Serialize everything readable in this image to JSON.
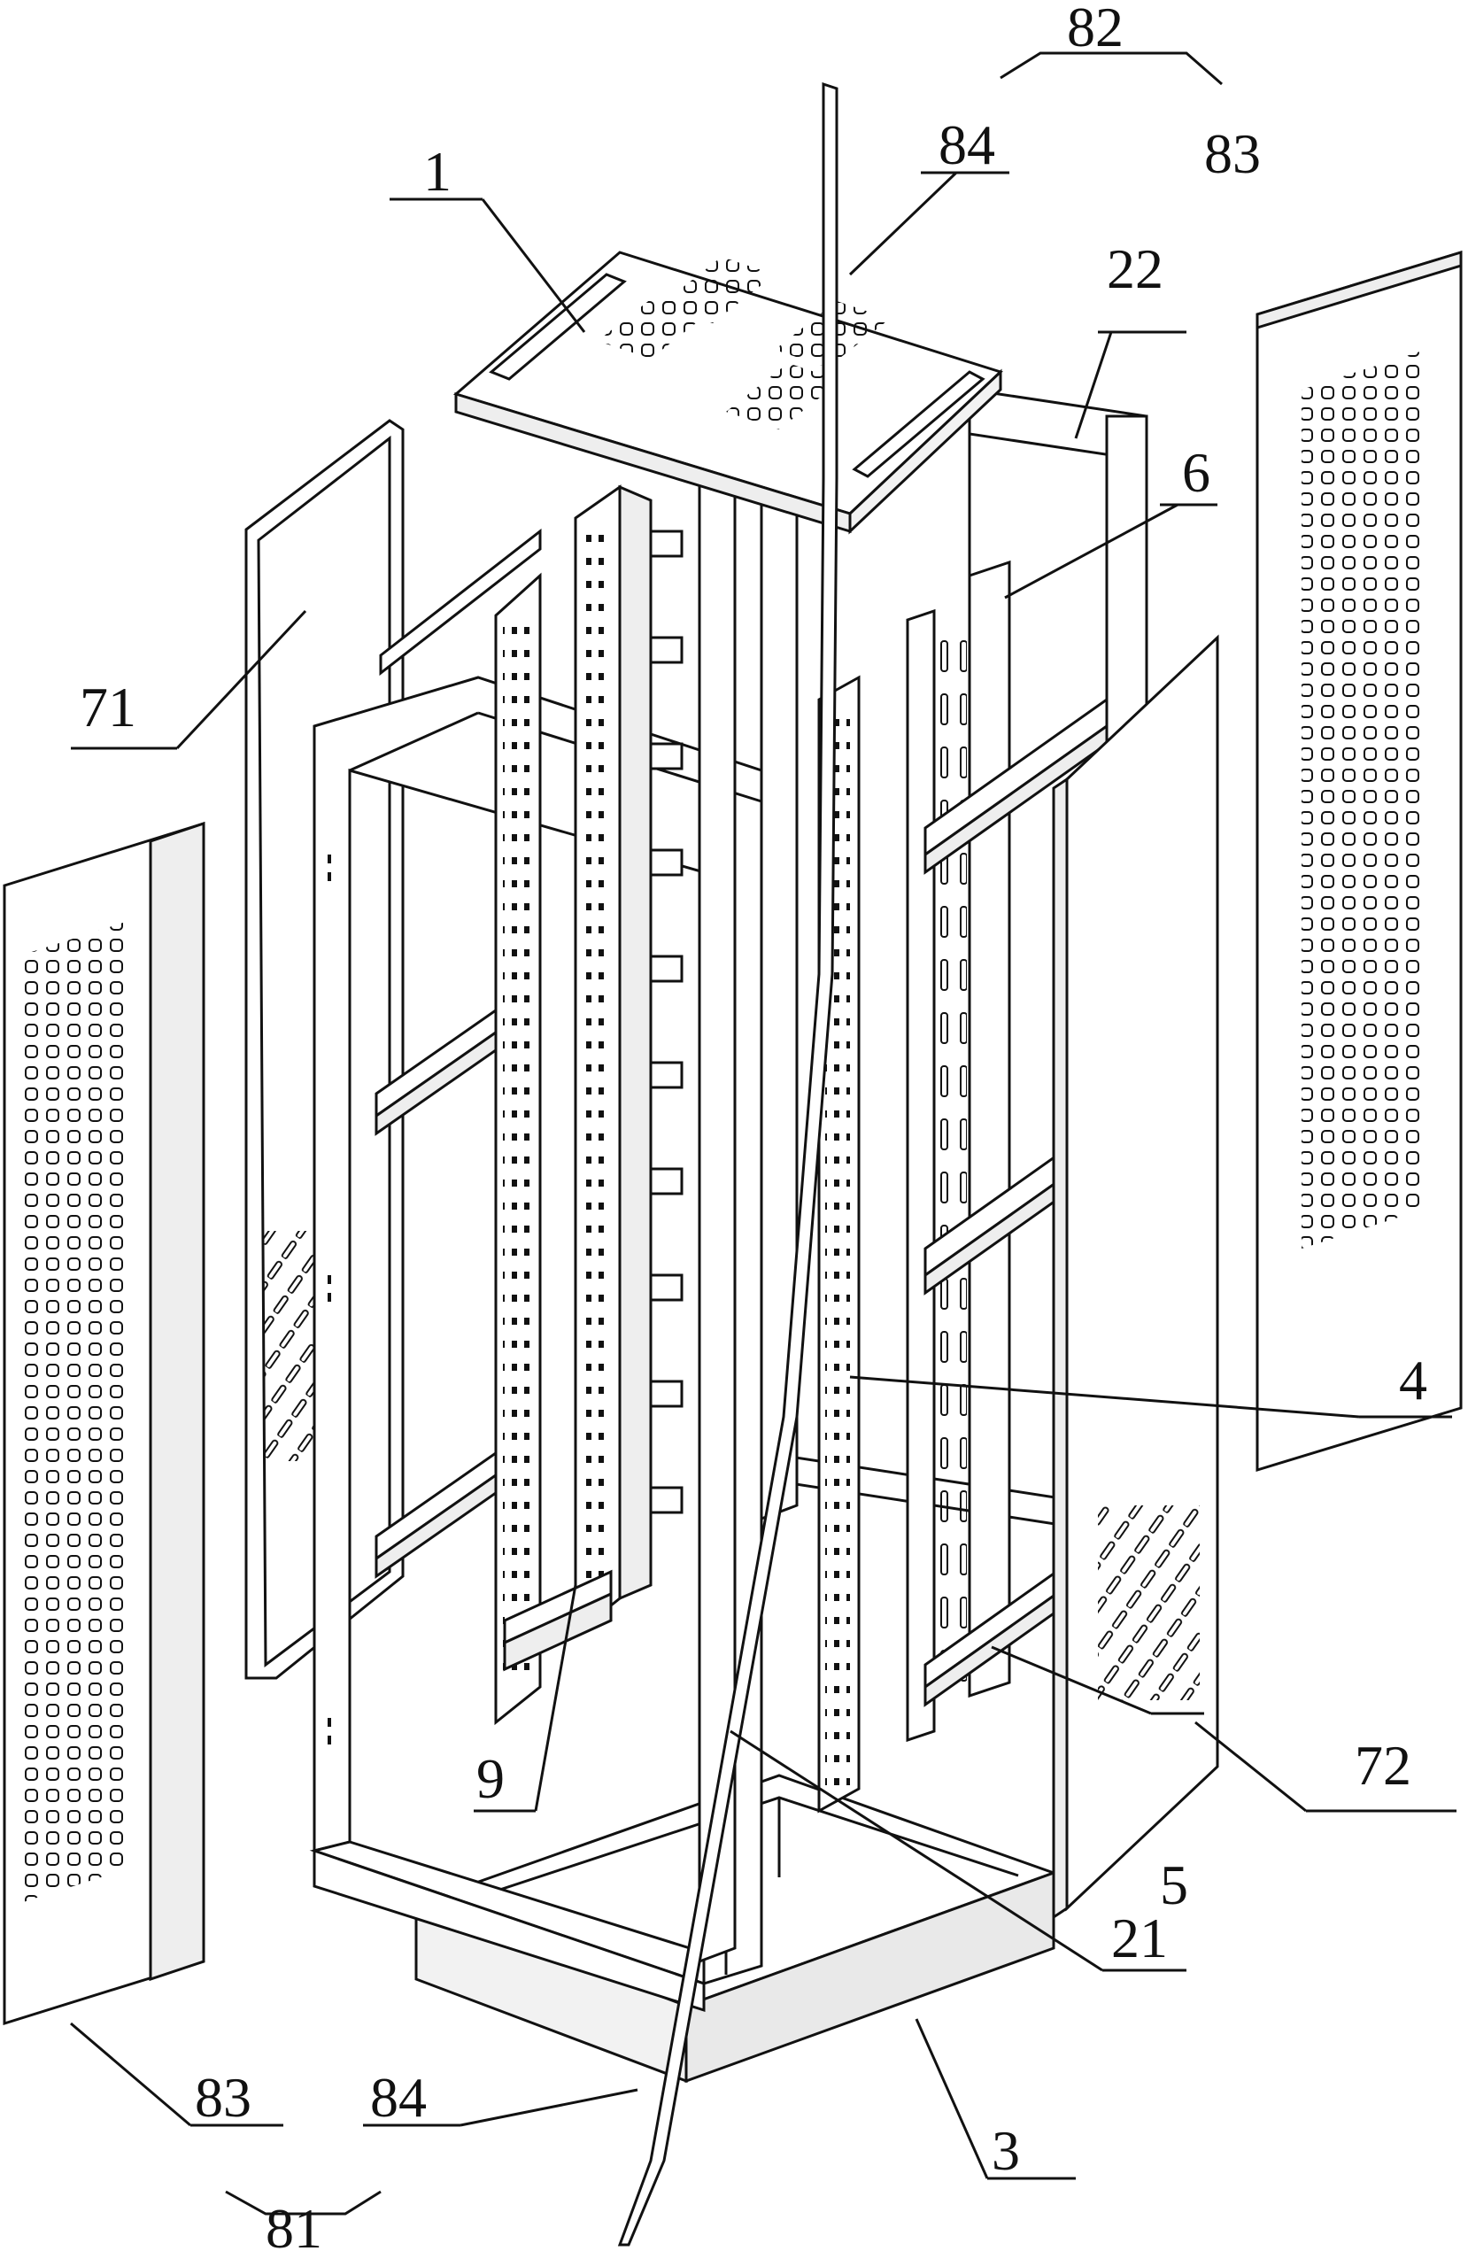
{
  "figure": {
    "labels": {
      "l1": "1",
      "l3": "3",
      "l4": "4",
      "l5": "5",
      "l6": "6",
      "l9": "9",
      "l21": "21",
      "l22": "22",
      "l71": "71",
      "l72": "72",
      "l81": "81",
      "l82": "82",
      "l83_top": "83",
      "l83_bottom": "83",
      "l84_top": "84",
      "l84_bottom": "84"
    },
    "colors": {
      "stroke": "#111111",
      "fill": "#ffffff",
      "shade": "#e9e9e9"
    }
  }
}
